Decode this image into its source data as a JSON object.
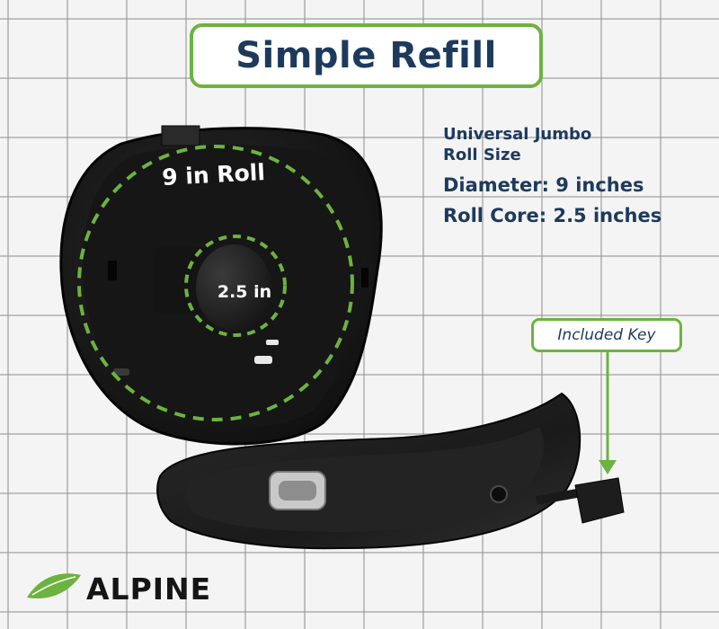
{
  "title": "Simple Refill",
  "specs": {
    "line1": "Universal Jumbo",
    "line2": "Roll Size",
    "diameter": "Diameter: 9 inches",
    "core": "Roll Core: 2.5 inches"
  },
  "callouts": {
    "roll": "9 in Roll",
    "core": "2.5 in",
    "key": "Included Key"
  },
  "brand": {
    "name": "ALPINE"
  },
  "colors": {
    "accent_green": "#6cb33f",
    "navy": "#1d3a5c",
    "dispenser": "#1b1b1b"
  }
}
